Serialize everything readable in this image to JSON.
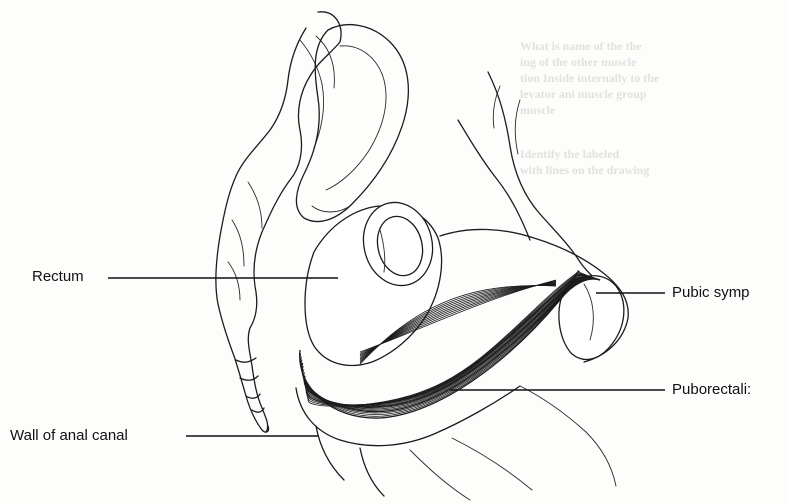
{
  "labels": {
    "rectum": "Rectum",
    "wall_of_anal_canal": "Wall of anal canal",
    "pubic_symphysis": "Pubic symp",
    "puborectalis": "Puborectali:"
  },
  "colors": {
    "line": "#1c1c1c",
    "background": "#fdfdfc",
    "show_through": "#c9c9c6"
  }
}
